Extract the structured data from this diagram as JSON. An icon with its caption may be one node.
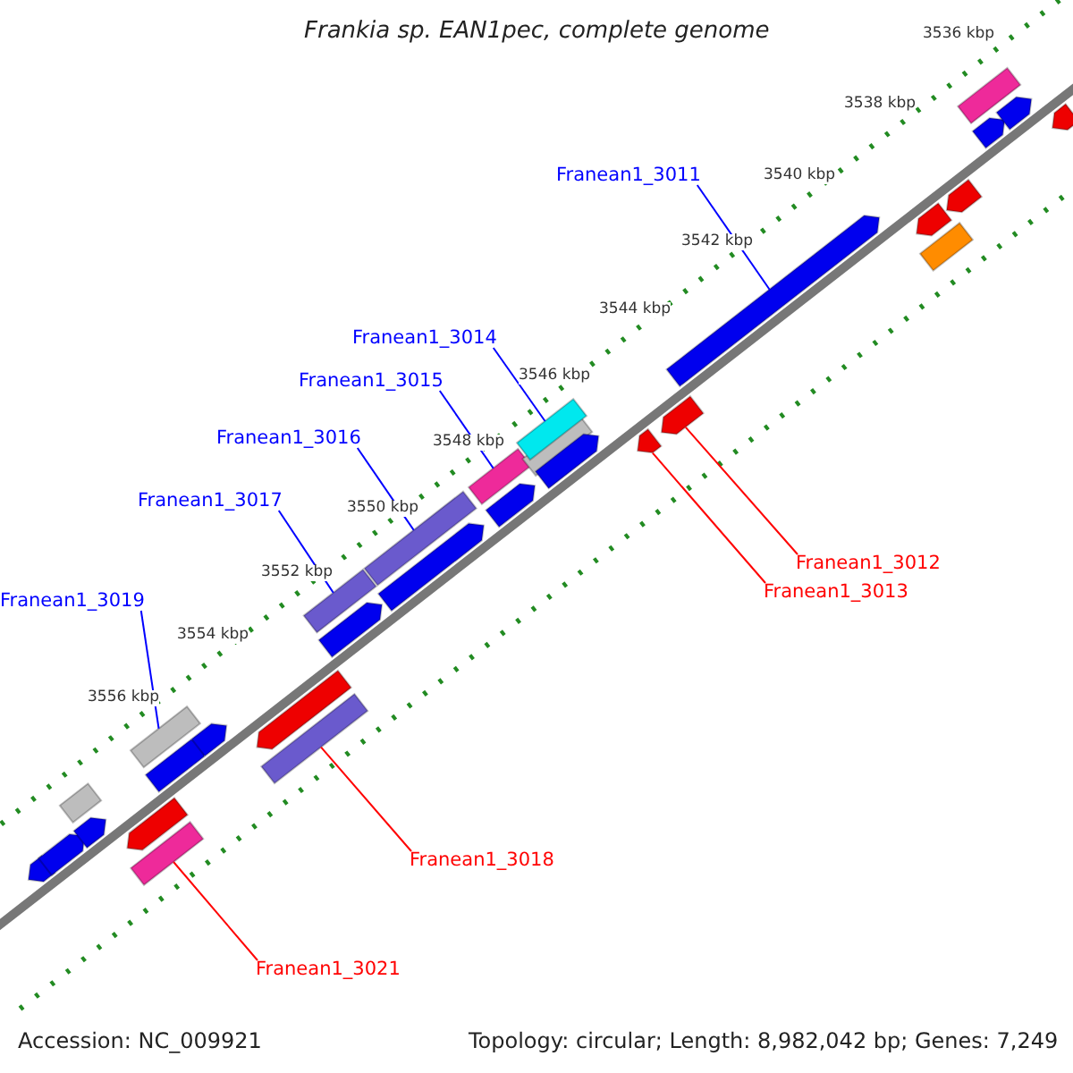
{
  "diagram": {
    "title": "Frankia sp. EAN1pec, complete genome",
    "nodes": [
      {
        "text": [
          "Franean1_3011"
        ]
      },
      {
        "text": [
          "Franean1_3014"
        ]
      },
      {
        "text": [
          "Franean1_3015"
        ]
      },
      {
        "text": [
          "Franean1_3016"
        ]
      },
      {
        "text": [
          "Franean1_3017"
        ]
      },
      {
        "text": [
          "Franean1_3012"
        ]
      },
      {
        "text": [
          "Franean1_3013"
        ]
      },
      {
        "text": [
          "Franean1_3019"
        ]
      },
      {
        "text": [
          "Franean1_3018"
        ]
      },
      {
        "text": [
          "Franean1_3021"
        ]
      },
      {
        "text": [],
        "shape": "bar"
      },
      {
        "text": [],
        "shape": "bar"
      },
      {
        "text": [],
        "shape": "bar"
      },
      {
        "text": [],
        "shape": "bar"
      },
      {
        "text": [],
        "shape": "bar"
      },
      {
        "text": [],
        "shape": "bar"
      },
      {
        "text": [],
        "shape": "bar"
      },
      {
        "text": [],
        "shape": "bar"
      },
      {
        "text": [],
        "shape": "bar"
      },
      {
        "text": [],
        "shape": "bar"
      },
      {
        "text": [],
        "shape": "bar"
      },
      {
        "text": [],
        "shape": "bar"
      },
      {
        "text": [],
        "shape": "bar"
      },
      {
        "text": [],
        "shape": "bar"
      },
      {
        "text": [],
        "shape": "bar"
      },
      {
        "text": [],
        "shape": "bar"
      },
      {
        "text": [],
        "shape": "bar"
      },
      {
        "text": [],
        "shape": "bar"
      },
      {
        "text": [],
        "shape": "bar"
      },
      {
        "text": [],
        "shape": "bar"
      },
      {
        "text": [],
        "shape": "bar"
      },
      {
        "text": [],
        "shape": "bar"
      },
      {
        "text": [],
        "shape": "bar"
      },
      {
        "text": [],
        "shape": "bar"
      },
      {
        "text": [],
        "shape": "bar"
      },
      {
        "text": [],
        "shape": "bar"
      },
      {
        "text": [],
        "shape": "bar"
      },
      {
        "text": [],
        "shape": "bar"
      },
      {
        "text": [],
        "shape": "bar"
      },
      {
        "text": [],
        "shape": "bar"
      }
    ],
    "edges": [
      {
        "from": 0,
        "to": 32,
        "arrow": "none"
      },
      {
        "from": 1,
        "to": 28,
        "arrow": "none"
      },
      {
        "from": 2,
        "to": 25,
        "arrow": "none"
      },
      {
        "from": 3,
        "to": 23,
        "arrow": "none"
      },
      {
        "from": 4,
        "to": 21,
        "arrow": "none"
      },
      {
        "from": 5,
        "to": 31,
        "arrow": "none",
        "color": "#ff0000"
      },
      {
        "from": 6,
        "to": 30,
        "arrow": "none",
        "color": "#ff0000"
      },
      {
        "from": 7,
        "to": 15,
        "arrow": "none"
      },
      {
        "from": 8,
        "to": 20,
        "arrow": "none",
        "color": "#ff0000"
      },
      {
        "from": 9,
        "to": 16,
        "arrow": "none",
        "color": "#ff0000"
      }
    ],
    "labels": [
      "3536 kbp",
      "3538 kbp",
      "3540 kbp",
      "3542 kbp",
      "3544 kbp",
      "3546 kbp",
      "3548 kbp",
      "3550 kbp",
      "3552 kbp",
      "3554 kbp",
      "3556 kbp",
      "Accession: NC_009921",
      "Topology: circular; Length: 8,982,042 bp; Genes: 7,249"
    ]
  }
}
